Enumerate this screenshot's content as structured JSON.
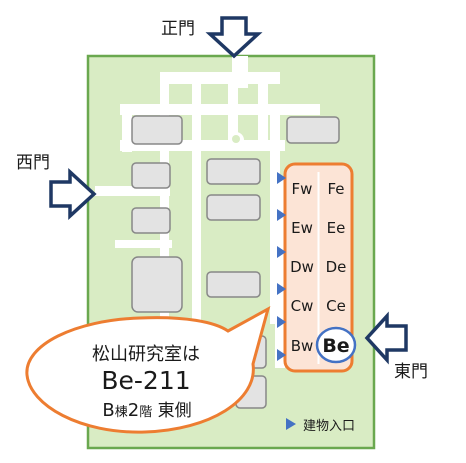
{
  "gates": {
    "main": "正門",
    "west": "西門",
    "east": "東門"
  },
  "wings": {
    "left": [
      "Fw",
      "Ew",
      "Dw",
      "Cw",
      "Bw"
    ],
    "right": [
      "Fe",
      "Ee",
      "De",
      "Ce",
      "Be"
    ]
  },
  "legend": {
    "entrance": "建物入口"
  },
  "callout": {
    "line1": "松山研究室は",
    "line2": "Be-211",
    "line3_b": "B",
    "line3_mune": "棟",
    "line3_2": "2",
    "line3_kai": "階",
    "line3_east": " 東側"
  },
  "colors": {
    "campus_fill": "#d9ecc4",
    "campus_border": "#6aa84f",
    "road": "#ffffff",
    "building_fill": "#e3e3e3",
    "building_border": "#888888",
    "target_fill": "#fce4d6",
    "target_border": "#ed7d31",
    "highlight": "#4472c4",
    "entrance_marker": "#4472c4",
    "arrow": "#1f3864"
  },
  "icons": {
    "gate_arrow": "thick-outline-arrow",
    "entrance": "blue-triangle-right"
  }
}
